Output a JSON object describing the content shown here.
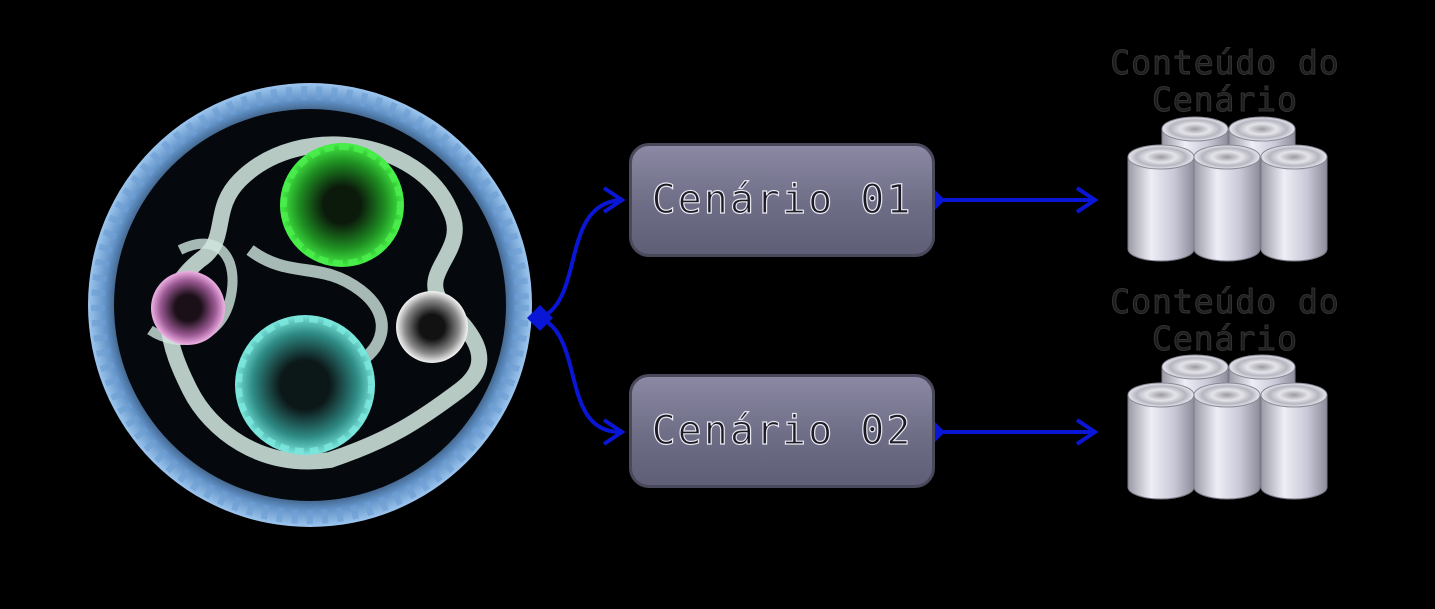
{
  "scenarios": [
    {
      "label": "Cenário 01",
      "content_title": "Conteúdo do Cenário"
    },
    {
      "label": "Cenário 02",
      "content_title": "Conteúdo do Cenário"
    }
  ],
  "colors": {
    "background": "#000000",
    "arrow": "#0a16d6",
    "scenario_box": "#7a7892",
    "cell_membrane": "#7fb0e0",
    "cell_cytoplasm": "#dfeee8",
    "organelle_green": "#39e03a",
    "organelle_teal": "#5ed8cc",
    "organelle_pink": "#e49ad6",
    "organelle_white": "#eeeeee",
    "cylinder": "#d8d8e4"
  },
  "icons": [
    "cell-illustration",
    "cylinder-stack-icon",
    "arrow-icon",
    "diamond-connector-icon"
  ]
}
